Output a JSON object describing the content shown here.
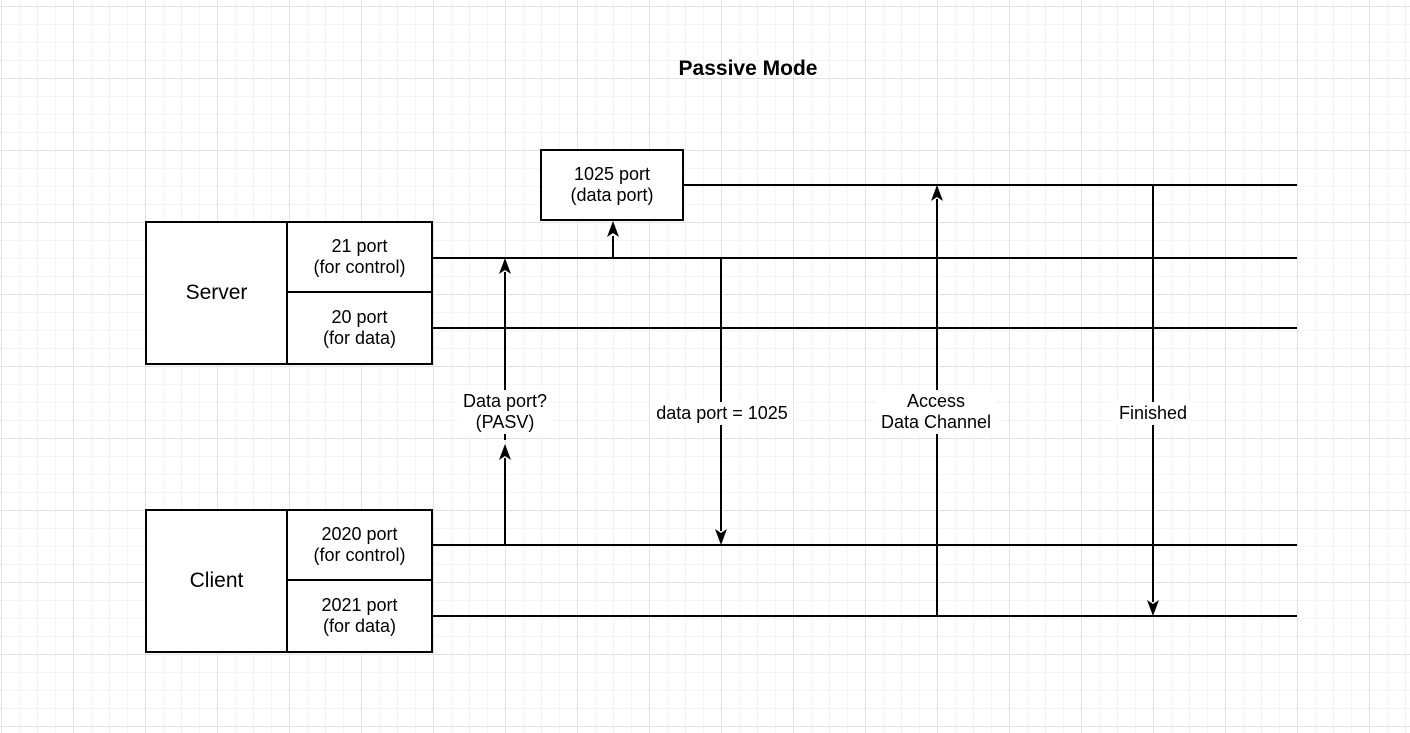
{
  "title": "Passive Mode",
  "data_port_box": {
    "line1": "1025 port",
    "line2": "(data port)"
  },
  "server": {
    "label": "Server",
    "control_port": {
      "line1": "21 port",
      "line2": "(for control)"
    },
    "data_port": {
      "line1": "20 port",
      "line2": "(for data)"
    }
  },
  "client": {
    "label": "Client",
    "control_port": {
      "line1": "2020 port",
      "line2": "(for control)"
    },
    "data_port": {
      "line1": "2021 port",
      "line2": "(for data)"
    }
  },
  "messages": {
    "pasv": {
      "line1": "Data port?",
      "line2": "(PASV)"
    },
    "data_port_reply": "data port = 1025",
    "access": {
      "line1": "Access",
      "line2": "Data Channel"
    },
    "finished": "Finished"
  },
  "colors": {
    "line": "#000000",
    "background": "#ffffff",
    "grid_minor": "#f4f4f4",
    "grid_major": "#e3e3e3"
  }
}
